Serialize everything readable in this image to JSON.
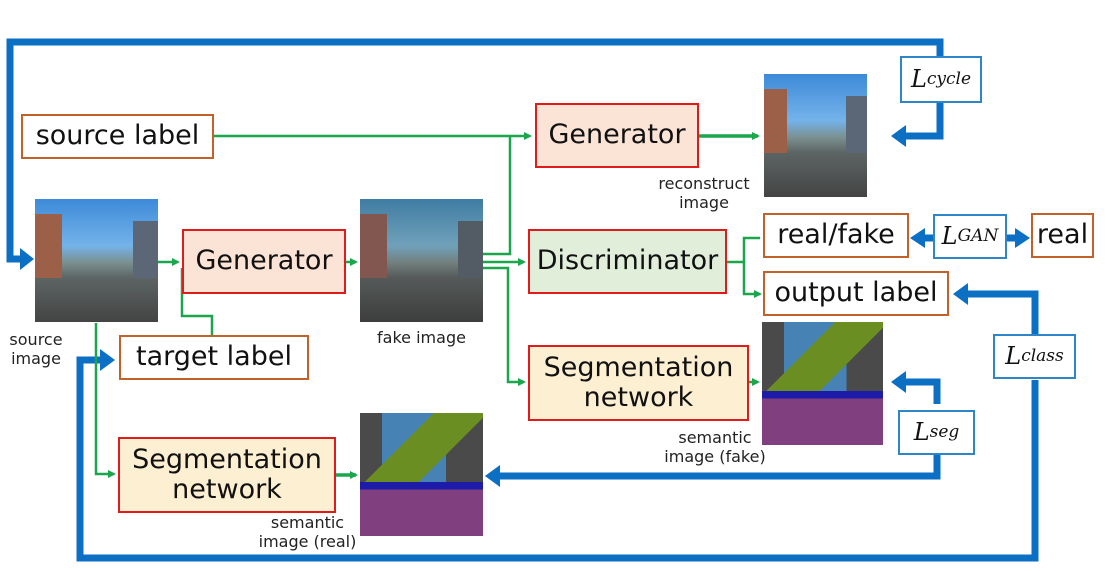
{
  "diagram": {
    "type": "GAN pipeline with segmentation and classification losses",
    "colors": {
      "loss_path": "#0b6fc4",
      "data_flow": "#1aa64b",
      "label_border": "#c0622a",
      "network_border": "#e01b1b",
      "generator_fill": "#fbe3d6",
      "discriminator_fill": "#e1efda",
      "segmentation_fill": "#fdf0d2",
      "loss_border": "#2e86c8"
    },
    "labels": {
      "source_label": "source label",
      "target_label": "target label",
      "real_fake": "real/fake",
      "real": "real",
      "output_label": "output label"
    },
    "networks": {
      "generator_top": "Generator",
      "generator_main": "Generator",
      "discriminator": "Discriminator",
      "segmentation_fake_line1": "Segmentation",
      "segmentation_fake_line2": "network",
      "segmentation_real_line1": "Segmentation",
      "segmentation_real_line2": "network"
    },
    "losses": {
      "cycle": {
        "base": "L",
        "sub": "cycle"
      },
      "gan": {
        "base": "L",
        "sub": "GAN"
      },
      "class": {
        "base": "L",
        "sub": "class"
      },
      "seg": {
        "base": "L",
        "sub": "seg"
      }
    },
    "captions": {
      "source_image_1": "source",
      "source_image_2": "image",
      "fake_image": "fake image",
      "reconstruct_1": "reconstruct",
      "reconstruct_2": "image",
      "semantic_fake_1": "semantic",
      "semantic_fake_2": "image (fake)",
      "semantic_real_1": "semantic",
      "semantic_real_2": "image (real)"
    }
  }
}
